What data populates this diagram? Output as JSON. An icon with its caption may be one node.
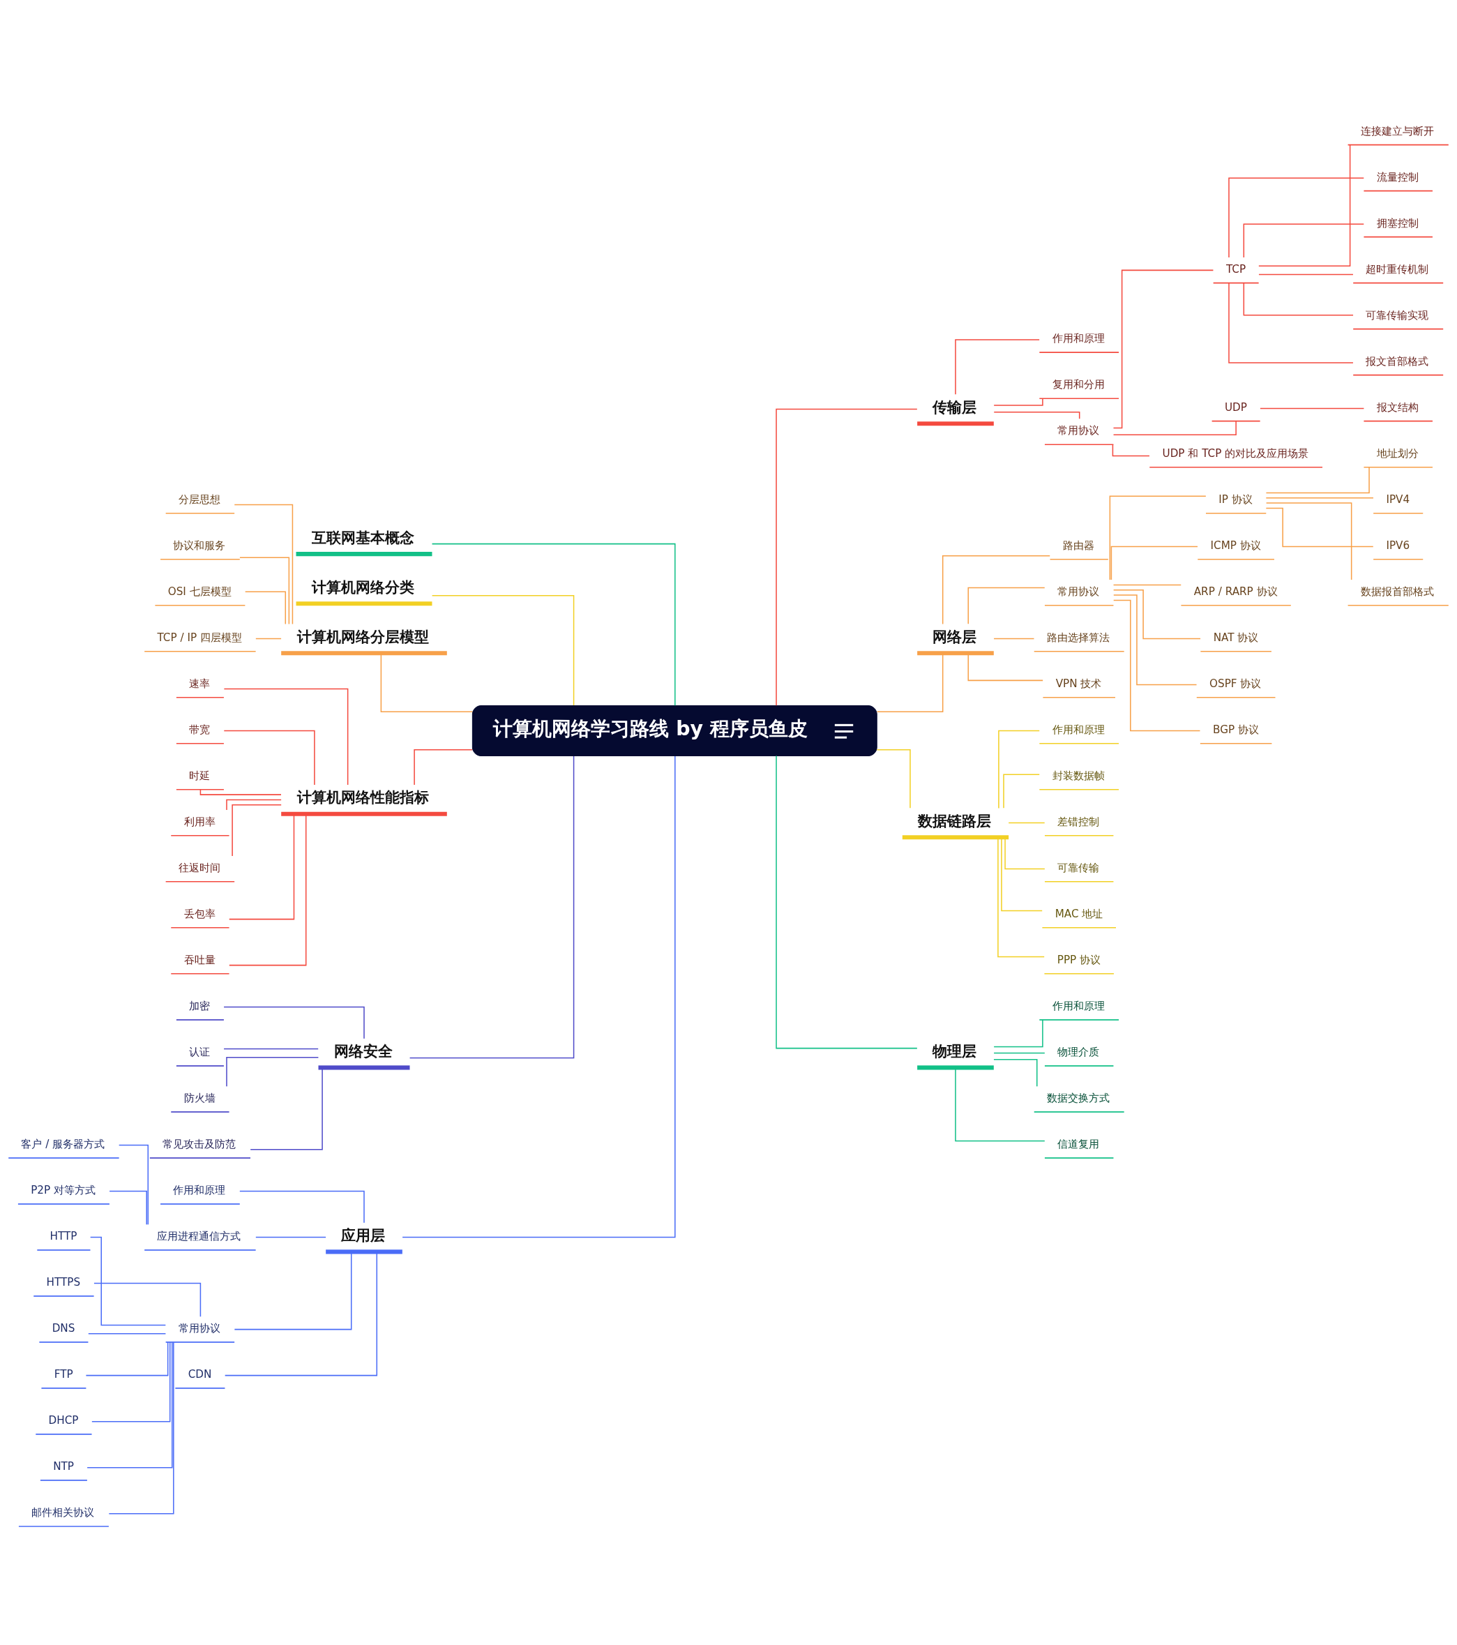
{
  "diagram": {
    "nodes": [
      {
        "text": [
          "计算机网络学习路线 by 程序员鱼皮"
        ]
      },
      {
        "text": [
          "传输层"
        ]
      },
      {
        "text": [
          "作用和原理"
        ]
      },
      {
        "text": [
          "复用和分用"
        ]
      },
      {
        "text": [
          "常用协议"
        ]
      },
      {
        "text": [
          "TCP"
        ]
      },
      {
        "text": [
          "连接建立与断开"
        ]
      },
      {
        "text": [
          "流量控制"
        ]
      },
      {
        "text": [
          "拥塞控制"
        ]
      },
      {
        "text": [
          "超时重传机制"
        ]
      },
      {
        "text": [
          "可靠传输实现"
        ]
      },
      {
        "text": [
          "报文首部格式"
        ]
      },
      {
        "text": [
          "UDP"
        ]
      },
      {
        "text": [
          "报文结构"
        ]
      },
      {
        "text": [
          "UDP 和 TCP 的对比及应用场景"
        ]
      },
      {
        "text": [
          "网络层"
        ]
      },
      {
        "text": [
          "路由器"
        ]
      },
      {
        "text": [
          "常用协议"
        ]
      },
      {
        "text": [
          "IP 协议"
        ]
      },
      {
        "text": [
          "地址划分"
        ]
      },
      {
        "text": [
          "IPV4"
        ]
      },
      {
        "text": [
          "IPV6"
        ]
      },
      {
        "text": [
          "数据报首部格式"
        ]
      },
      {
        "text": [
          "ICMP 协议"
        ]
      },
      {
        "text": [
          "ARP / RARP 协议"
        ]
      },
      {
        "text": [
          "NAT 协议"
        ]
      },
      {
        "text": [
          "OSPF 协议"
        ]
      },
      {
        "text": [
          "BGP 协议"
        ]
      },
      {
        "text": [
          "路由选择算法"
        ]
      },
      {
        "text": [
          "VPN 技术"
        ]
      },
      {
        "text": [
          "数据链路层"
        ]
      },
      {
        "text": [
          "作用和原理"
        ]
      },
      {
        "text": [
          "封装数据帧"
        ]
      },
      {
        "text": [
          "差错控制"
        ]
      },
      {
        "text": [
          "可靠传输"
        ]
      },
      {
        "text": [
          "MAC 地址"
        ]
      },
      {
        "text": [
          "PPP 协议"
        ]
      },
      {
        "text": [
          "物理层"
        ]
      },
      {
        "text": [
          "作用和原理"
        ]
      },
      {
        "text": [
          "物理介质"
        ]
      },
      {
        "text": [
          "数据交换方式"
        ]
      },
      {
        "text": [
          "信道复用"
        ]
      },
      {
        "text": [
          "互联网基本概念"
        ]
      },
      {
        "text": [
          "计算机网络分类"
        ]
      },
      {
        "text": [
          "计算机网络分层模型"
        ]
      },
      {
        "text": [
          "分层思想"
        ]
      },
      {
        "text": [
          "协议和服务"
        ]
      },
      {
        "text": [
          "OSI 七层模型"
        ]
      },
      {
        "text": [
          "TCP / IP 四层模型"
        ]
      },
      {
        "text": [
          "计算机网络性能指标"
        ]
      },
      {
        "text": [
          "速率"
        ]
      },
      {
        "text": [
          "带宽"
        ]
      },
      {
        "text": [
          "时延"
        ]
      },
      {
        "text": [
          "利用率"
        ]
      },
      {
        "text": [
          "往返时间"
        ]
      },
      {
        "text": [
          "丢包率"
        ]
      },
      {
        "text": [
          "吞吐量"
        ]
      },
      {
        "text": [
          "网络安全"
        ]
      },
      {
        "text": [
          "加密"
        ]
      },
      {
        "text": [
          "认证"
        ]
      },
      {
        "text": [
          "防火墙"
        ]
      },
      {
        "text": [
          "常见攻击及防范"
        ]
      },
      {
        "text": [
          "应用层"
        ]
      },
      {
        "text": [
          "作用和原理"
        ]
      },
      {
        "text": [
          "应用进程通信方式"
        ]
      },
      {
        "text": [
          "客户 / 服务器方式"
        ]
      },
      {
        "text": [
          "P2P 对等方式"
        ]
      },
      {
        "text": [
          "常用协议"
        ]
      },
      {
        "text": [
          "HTTP"
        ]
      },
      {
        "text": [
          "HTTPS"
        ]
      },
      {
        "text": [
          "DNS"
        ]
      },
      {
        "text": [
          "FTP"
        ]
      },
      {
        "text": [
          "DHCP"
        ]
      },
      {
        "text": [
          "NTP"
        ]
      },
      {
        "text": [
          "邮件相关协议"
        ]
      },
      {
        "text": [
          "CDN"
        ]
      }
    ],
    "edges": [
      {
        "from": 0,
        "to": 1,
        "arrow": "none",
        "color": "#f44a3f"
      },
      {
        "from": 1,
        "to": 2,
        "arrow": "none",
        "color": "#f44a3f"
      },
      {
        "from": 1,
        "to": 3,
        "arrow": "none",
        "color": "#f44a3f"
      },
      {
        "from": 1,
        "to": 4,
        "arrow": "none",
        "color": "#f44a3f"
      },
      {
        "from": 4,
        "to": 5,
        "arrow": "none",
        "color": "#f44a3f"
      },
      {
        "from": 5,
        "to": 6,
        "arrow": "none",
        "color": "#f44a3f"
      },
      {
        "from": 5,
        "to": 7,
        "arrow": "none",
        "color": "#f44a3f"
      },
      {
        "from": 5,
        "to": 8,
        "arrow": "none",
        "color": "#f44a3f"
      },
      {
        "from": 5,
        "to": 9,
        "arrow": "none",
        "color": "#f44a3f"
      },
      {
        "from": 5,
        "to": 10,
        "arrow": "none",
        "color": "#f44a3f"
      },
      {
        "from": 5,
        "to": 11,
        "arrow": "none",
        "color": "#f44a3f"
      },
      {
        "from": 4,
        "to": 12,
        "arrow": "none",
        "color": "#f44a3f"
      },
      {
        "from": 12,
        "to": 13,
        "arrow": "none",
        "color": "#f44a3f"
      },
      {
        "from": 4,
        "to": 14,
        "arrow": "none",
        "color": "#f44a3f"
      },
      {
        "from": 0,
        "to": 15,
        "arrow": "none",
        "color": "#f7a049"
      },
      {
        "from": 15,
        "to": 16,
        "arrow": "none",
        "color": "#f7a049"
      },
      {
        "from": 15,
        "to": 17,
        "arrow": "none",
        "color": "#f7a049"
      },
      {
        "from": 17,
        "to": 18,
        "arrow": "none",
        "color": "#f7a049"
      },
      {
        "from": 18,
        "to": 19,
        "arrow": "none",
        "color": "#f7a049"
      },
      {
        "from": 18,
        "to": 20,
        "arrow": "none",
        "color": "#f7a049"
      },
      {
        "from": 18,
        "to": 21,
        "arrow": "none",
        "color": "#f7a049"
      },
      {
        "from": 18,
        "to": 22,
        "arrow": "none",
        "color": "#f7a049"
      },
      {
        "from": 17,
        "to": 23,
        "arrow": "none",
        "color": "#f7a049"
      },
      {
        "from": 17,
        "to": 24,
        "arrow": "none",
        "color": "#f7a049"
      },
      {
        "from": 17,
        "to": 25,
        "arrow": "none",
        "color": "#f7a049"
      },
      {
        "from": 17,
        "to": 26,
        "arrow": "none",
        "color": "#f7a049"
      },
      {
        "from": 17,
        "to": 27,
        "arrow": "none",
        "color": "#f7a049"
      },
      {
        "from": 15,
        "to": 28,
        "arrow": "none",
        "color": "#f7a049"
      },
      {
        "from": 15,
        "to": 29,
        "arrow": "none",
        "color": "#f7a049"
      },
      {
        "from": 0,
        "to": 30,
        "arrow": "none",
        "color": "#f2d024"
      },
      {
        "from": 30,
        "to": 31,
        "arrow": "none",
        "color": "#f2d024"
      },
      {
        "from": 30,
        "to": 32,
        "arrow": "none",
        "color": "#f2d024"
      },
      {
        "from": 30,
        "to": 33,
        "arrow": "none",
        "color": "#f2d024"
      },
      {
        "from": 30,
        "to": 34,
        "arrow": "none",
        "color": "#f2d024"
      },
      {
        "from": 30,
        "to": 35,
        "arrow": "none",
        "color": "#f2d024"
      },
      {
        "from": 30,
        "to": 36,
        "arrow": "none",
        "color": "#f2d024"
      },
      {
        "from": 0,
        "to": 37,
        "arrow": "none",
        "color": "#12c087"
      },
      {
        "from": 37,
        "to": 38,
        "arrow": "none",
        "color": "#12c087"
      },
      {
        "from": 37,
        "to": 39,
        "arrow": "none",
        "color": "#12c087"
      },
      {
        "from": 37,
        "to": 40,
        "arrow": "none",
        "color": "#12c087"
      },
      {
        "from": 37,
        "to": 41,
        "arrow": "none",
        "color": "#12c087"
      },
      {
        "from": 42,
        "to": 0,
        "arrow": "none",
        "color": "#12c087"
      },
      {
        "from": 43,
        "to": 0,
        "arrow": "none",
        "color": "#f2d024"
      },
      {
        "from": 44,
        "to": 0,
        "arrow": "none",
        "color": "#f7a049"
      },
      {
        "from": 45,
        "to": 44,
        "arrow": "none",
        "color": "#f7a049"
      },
      {
        "from": 46,
        "to": 44,
        "arrow": "none",
        "color": "#f7a049"
      },
      {
        "from": 47,
        "to": 44,
        "arrow": "none",
        "color": "#f7a049"
      },
      {
        "from": 48,
        "to": 44,
        "arrow": "none",
        "color": "#f7a049"
      },
      {
        "from": 49,
        "to": 0,
        "arrow": "none",
        "color": "#f44a3f"
      },
      {
        "from": 50,
        "to": 49,
        "arrow": "none",
        "color": "#f44a3f"
      },
      {
        "from": 51,
        "to": 49,
        "arrow": "none",
        "color": "#f44a3f"
      },
      {
        "from": 52,
        "to": 49,
        "arrow": "none",
        "color": "#f44a3f"
      },
      {
        "from": 53,
        "to": 49,
        "arrow": "none",
        "color": "#f44a3f"
      },
      {
        "from": 54,
        "to": 49,
        "arrow": "none",
        "color": "#f44a3f"
      },
      {
        "from": 55,
        "to": 49,
        "arrow": "none",
        "color": "#f44a3f"
      },
      {
        "from": 56,
        "to": 49,
        "arrow": "none",
        "color": "#f44a3f"
      },
      {
        "from": 57,
        "to": 0,
        "arrow": "none",
        "color": "#4f4bc9"
      },
      {
        "from": 58,
        "to": 57,
        "arrow": "none",
        "color": "#4f4bc9"
      },
      {
        "from": 59,
        "to": 57,
        "arrow": "none",
        "color": "#4f4bc9"
      },
      {
        "from": 60,
        "to": 57,
        "arrow": "none",
        "color": "#4f4bc9"
      },
      {
        "from": 61,
        "to": 57,
        "arrow": "none",
        "color": "#4f4bc9"
      },
      {
        "from": 62,
        "to": 0,
        "arrow": "none",
        "color": "#4a6cf7"
      },
      {
        "from": 63,
        "to": 62,
        "arrow": "none",
        "color": "#4a6cf7"
      },
      {
        "from": 64,
        "to": 62,
        "arrow": "none",
        "color": "#4a6cf7"
      },
      {
        "from": 65,
        "to": 64,
        "arrow": "none",
        "color": "#4a6cf7"
      },
      {
        "from": 66,
        "to": 64,
        "arrow": "none",
        "color": "#4a6cf7"
      },
      {
        "from": 67,
        "to": 62,
        "arrow": "none",
        "color": "#4a6cf7"
      },
      {
        "from": 68,
        "to": 67,
        "arrow": "none",
        "color": "#4a6cf7"
      },
      {
        "from": 69,
        "to": 67,
        "arrow": "none",
        "color": "#4a6cf7"
      },
      {
        "from": 70,
        "to": 67,
        "arrow": "none",
        "color": "#4a6cf7"
      },
      {
        "from": 71,
        "to": 67,
        "arrow": "none",
        "color": "#4a6cf7"
      },
      {
        "from": 72,
        "to": 67,
        "arrow": "none",
        "color": "#4a6cf7"
      },
      {
        "from": 73,
        "to": 67,
        "arrow": "none",
        "color": "#4a6cf7"
      },
      {
        "from": 74,
        "to": 67,
        "arrow": "none",
        "color": "#4a6cf7"
      },
      {
        "from": 75,
        "to": 62,
        "arrow": "none",
        "color": "#4a6cf7"
      }
    ]
  }
}
